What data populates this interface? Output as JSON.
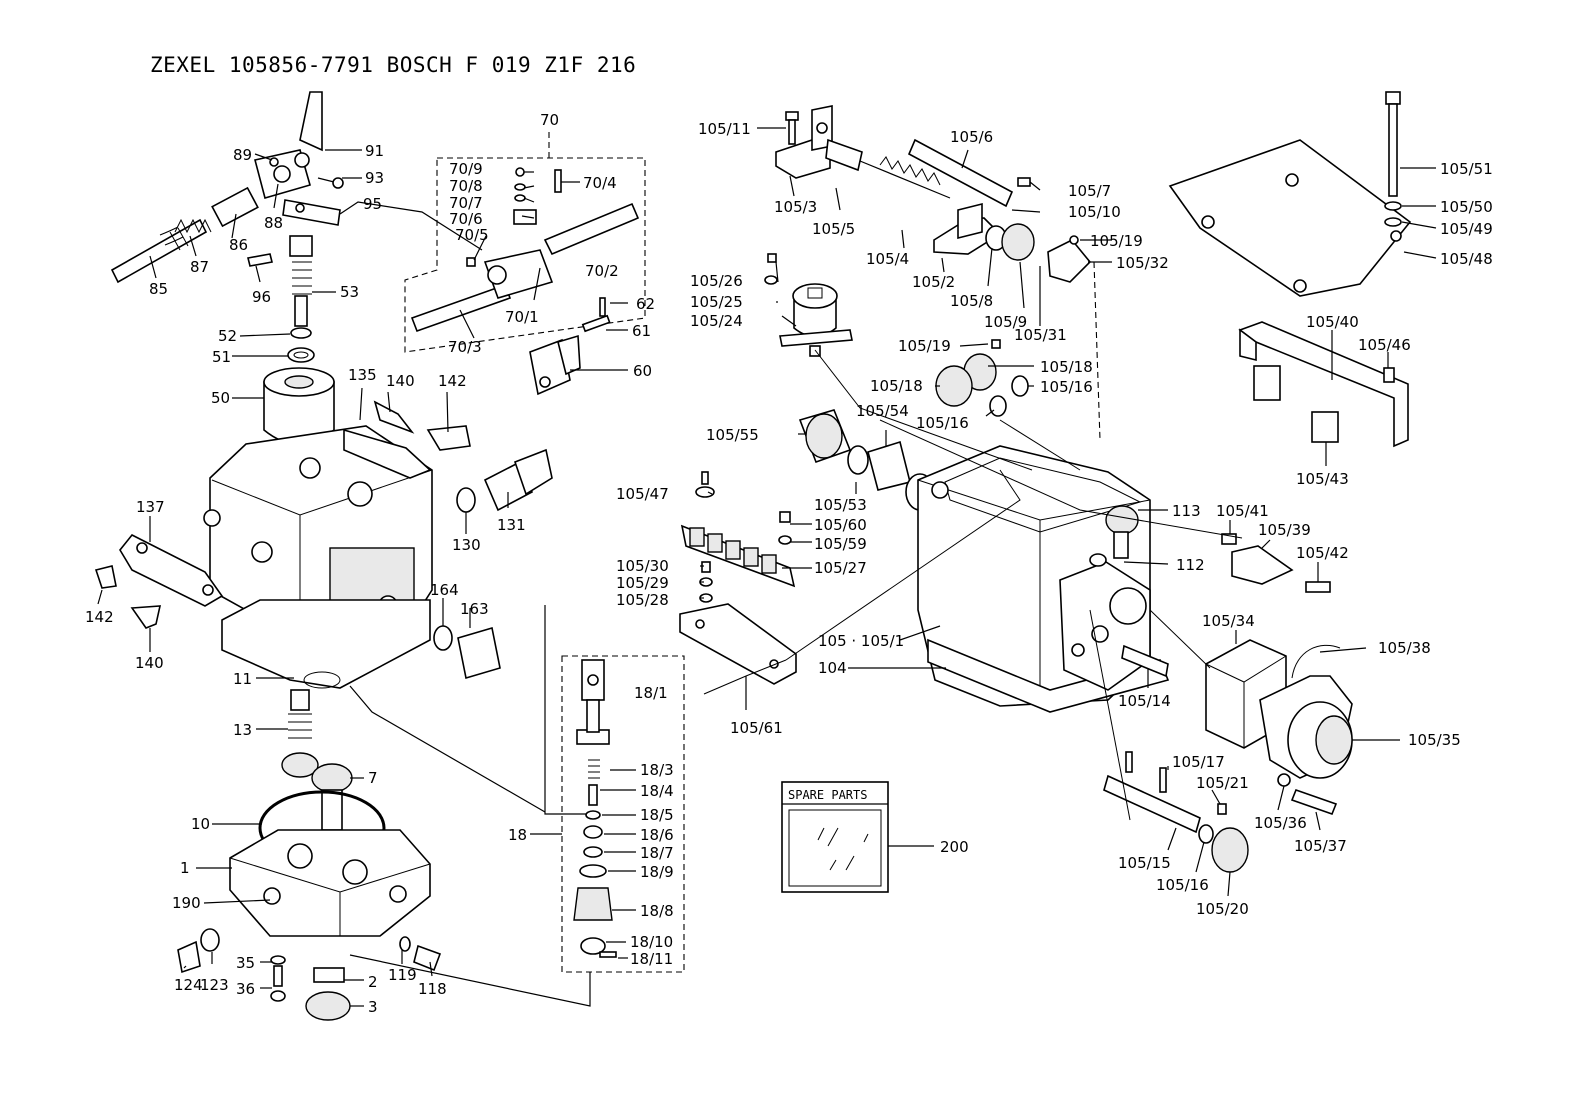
{
  "header": {
    "title": "ZEXEL  105856-7791  BOSCH  F 019 Z1F 216"
  },
  "spare_box": {
    "title": "SPARE PARTS"
  },
  "labels": [
    {
      "id": "l70",
      "text": "70"
    },
    {
      "id": "l91",
      "text": "91"
    },
    {
      "id": "l89",
      "text": "89"
    },
    {
      "id": "l93",
      "text": "93"
    },
    {
      "id": "l88",
      "text": "88"
    },
    {
      "id": "l95",
      "text": "95"
    },
    {
      "id": "l86",
      "text": "86"
    },
    {
      "id": "l87",
      "text": "87"
    },
    {
      "id": "l85",
      "text": "85"
    },
    {
      "id": "l96",
      "text": "96"
    },
    {
      "id": "l53",
      "text": "53"
    },
    {
      "id": "l52",
      "text": "52"
    },
    {
      "id": "l51",
      "text": "51"
    },
    {
      "id": "l50",
      "text": "50"
    },
    {
      "id": "l70_9",
      "text": "70/9"
    },
    {
      "id": "l70_8",
      "text": "70/8"
    },
    {
      "id": "l70_7",
      "text": "70/7"
    },
    {
      "id": "l70_6",
      "text": "70/6"
    },
    {
      "id": "l70_5",
      "text": "70/5"
    },
    {
      "id": "l70_4",
      "text": "70/4"
    },
    {
      "id": "l70_2",
      "text": "70/2"
    },
    {
      "id": "l70_1",
      "text": "70/1"
    },
    {
      "id": "l70_3",
      "text": "70/3"
    },
    {
      "id": "l62",
      "text": "62"
    },
    {
      "id": "l61",
      "text": "61"
    },
    {
      "id": "l60",
      "text": "60"
    },
    {
      "id": "l135",
      "text": "135"
    },
    {
      "id": "l140a",
      "text": "140"
    },
    {
      "id": "l142a",
      "text": "142"
    },
    {
      "id": "l131",
      "text": "131"
    },
    {
      "id": "l130",
      "text": "130"
    },
    {
      "id": "l137",
      "text": "137"
    },
    {
      "id": "l142b",
      "text": "142"
    },
    {
      "id": "l140b",
      "text": "140"
    },
    {
      "id": "l164",
      "text": "164"
    },
    {
      "id": "l163",
      "text": "163"
    },
    {
      "id": "l11",
      "text": "11"
    },
    {
      "id": "l13",
      "text": "13"
    },
    {
      "id": "l7",
      "text": "7"
    },
    {
      "id": "l10",
      "text": "10"
    },
    {
      "id": "l1",
      "text": "1"
    },
    {
      "id": "l190",
      "text": "190"
    },
    {
      "id": "l124",
      "text": "124"
    },
    {
      "id": "l123",
      "text": "123"
    },
    {
      "id": "l35",
      "text": "35"
    },
    {
      "id": "l36",
      "text": "36"
    },
    {
      "id": "l2",
      "text": "2"
    },
    {
      "id": "l3",
      "text": "3"
    },
    {
      "id": "l119",
      "text": "119"
    },
    {
      "id": "l118",
      "text": "118"
    },
    {
      "id": "l18",
      "text": "18"
    },
    {
      "id": "l18_1",
      "text": "18/1"
    },
    {
      "id": "l18_3",
      "text": "18/3"
    },
    {
      "id": "l18_4",
      "text": "18/4"
    },
    {
      "id": "l18_5",
      "text": "18/5"
    },
    {
      "id": "l18_6",
      "text": "18/6"
    },
    {
      "id": "l18_7",
      "text": "18/7"
    },
    {
      "id": "l18_9",
      "text": "18/9"
    },
    {
      "id": "l18_8",
      "text": "18/8"
    },
    {
      "id": "l18_10",
      "text": "18/10"
    },
    {
      "id": "l18_11",
      "text": "18/11"
    },
    {
      "id": "l105_11",
      "text": "105/11"
    },
    {
      "id": "l105_3",
      "text": "105/3"
    },
    {
      "id": "l105_5",
      "text": "105/5"
    },
    {
      "id": "l105_6",
      "text": "105/6"
    },
    {
      "id": "l105_7",
      "text": "105/7"
    },
    {
      "id": "l105_10",
      "text": "105/10"
    },
    {
      "id": "l105_4",
      "text": "105/4"
    },
    {
      "id": "l105_2",
      "text": "105/2"
    },
    {
      "id": "l105_8",
      "text": "105/8"
    },
    {
      "id": "l105_9",
      "text": "105/9"
    },
    {
      "id": "l105_31",
      "text": "105/31"
    },
    {
      "id": "l105_19a",
      "text": "105/19"
    },
    {
      "id": "l105_32",
      "text": "105/32"
    },
    {
      "id": "l105_26",
      "text": "105/26"
    },
    {
      "id": "l105_25",
      "text": "105/25"
    },
    {
      "id": "l105_24",
      "text": "105/24"
    },
    {
      "id": "l105_19b",
      "text": "105/19"
    },
    {
      "id": "l105_18a",
      "text": "105/18"
    },
    {
      "id": "l105_18b",
      "text": "105/18"
    },
    {
      "id": "l105_16a",
      "text": "105/16"
    },
    {
      "id": "l105_54",
      "text": "105/54"
    },
    {
      "id": "l105_16b",
      "text": "105/16"
    },
    {
      "id": "l105_55",
      "text": "105/55"
    },
    {
      "id": "l105_53",
      "text": "105/53"
    },
    {
      "id": "l105_47",
      "text": "105/47"
    },
    {
      "id": "l105_60",
      "text": "105/60"
    },
    {
      "id": "l105_59",
      "text": "105/59"
    },
    {
      "id": "l105_27",
      "text": "105/27"
    },
    {
      "id": "l105_30",
      "text": "105/30"
    },
    {
      "id": "l105_29",
      "text": "105/29"
    },
    {
      "id": "l105_28",
      "text": "105/28"
    },
    {
      "id": "l105_61",
      "text": "105/61"
    },
    {
      "id": "l105",
      "text": "105 · 105/1"
    },
    {
      "id": "l104",
      "text": "104"
    },
    {
      "id": "l113",
      "text": "113"
    },
    {
      "id": "l112",
      "text": "112"
    },
    {
      "id": "l105_14",
      "text": "105/14"
    },
    {
      "id": "l105_51",
      "text": "105/51"
    },
    {
      "id": "l105_50",
      "text": "105/50"
    },
    {
      "id": "l105_49",
      "text": "105/49"
    },
    {
      "id": "l105_48",
      "text": "105/48"
    },
    {
      "id": "l105_40",
      "text": "105/40"
    },
    {
      "id": "l105_46",
      "text": "105/46"
    },
    {
      "id": "l105_43",
      "text": "105/43"
    },
    {
      "id": "l105_41",
      "text": "105/41"
    },
    {
      "id": "l105_39",
      "text": "105/39"
    },
    {
      "id": "l105_42",
      "text": "105/42"
    },
    {
      "id": "l105_34",
      "text": "105/34"
    },
    {
      "id": "l105_38",
      "text": "105/38"
    },
    {
      "id": "l105_35",
      "text": "105/35"
    },
    {
      "id": "l105_17",
      "text": "105/17"
    },
    {
      "id": "l105_21",
      "text": "105/21"
    },
    {
      "id": "l105_36",
      "text": "105/36"
    },
    {
      "id": "l105_37",
      "text": "105/37"
    },
    {
      "id": "l105_15",
      "text": "105/15"
    },
    {
      "id": "l105_16c",
      "text": "105/16"
    },
    {
      "id": "l105_20",
      "text": "105/20"
    },
    {
      "id": "l200",
      "text": "200"
    }
  ]
}
